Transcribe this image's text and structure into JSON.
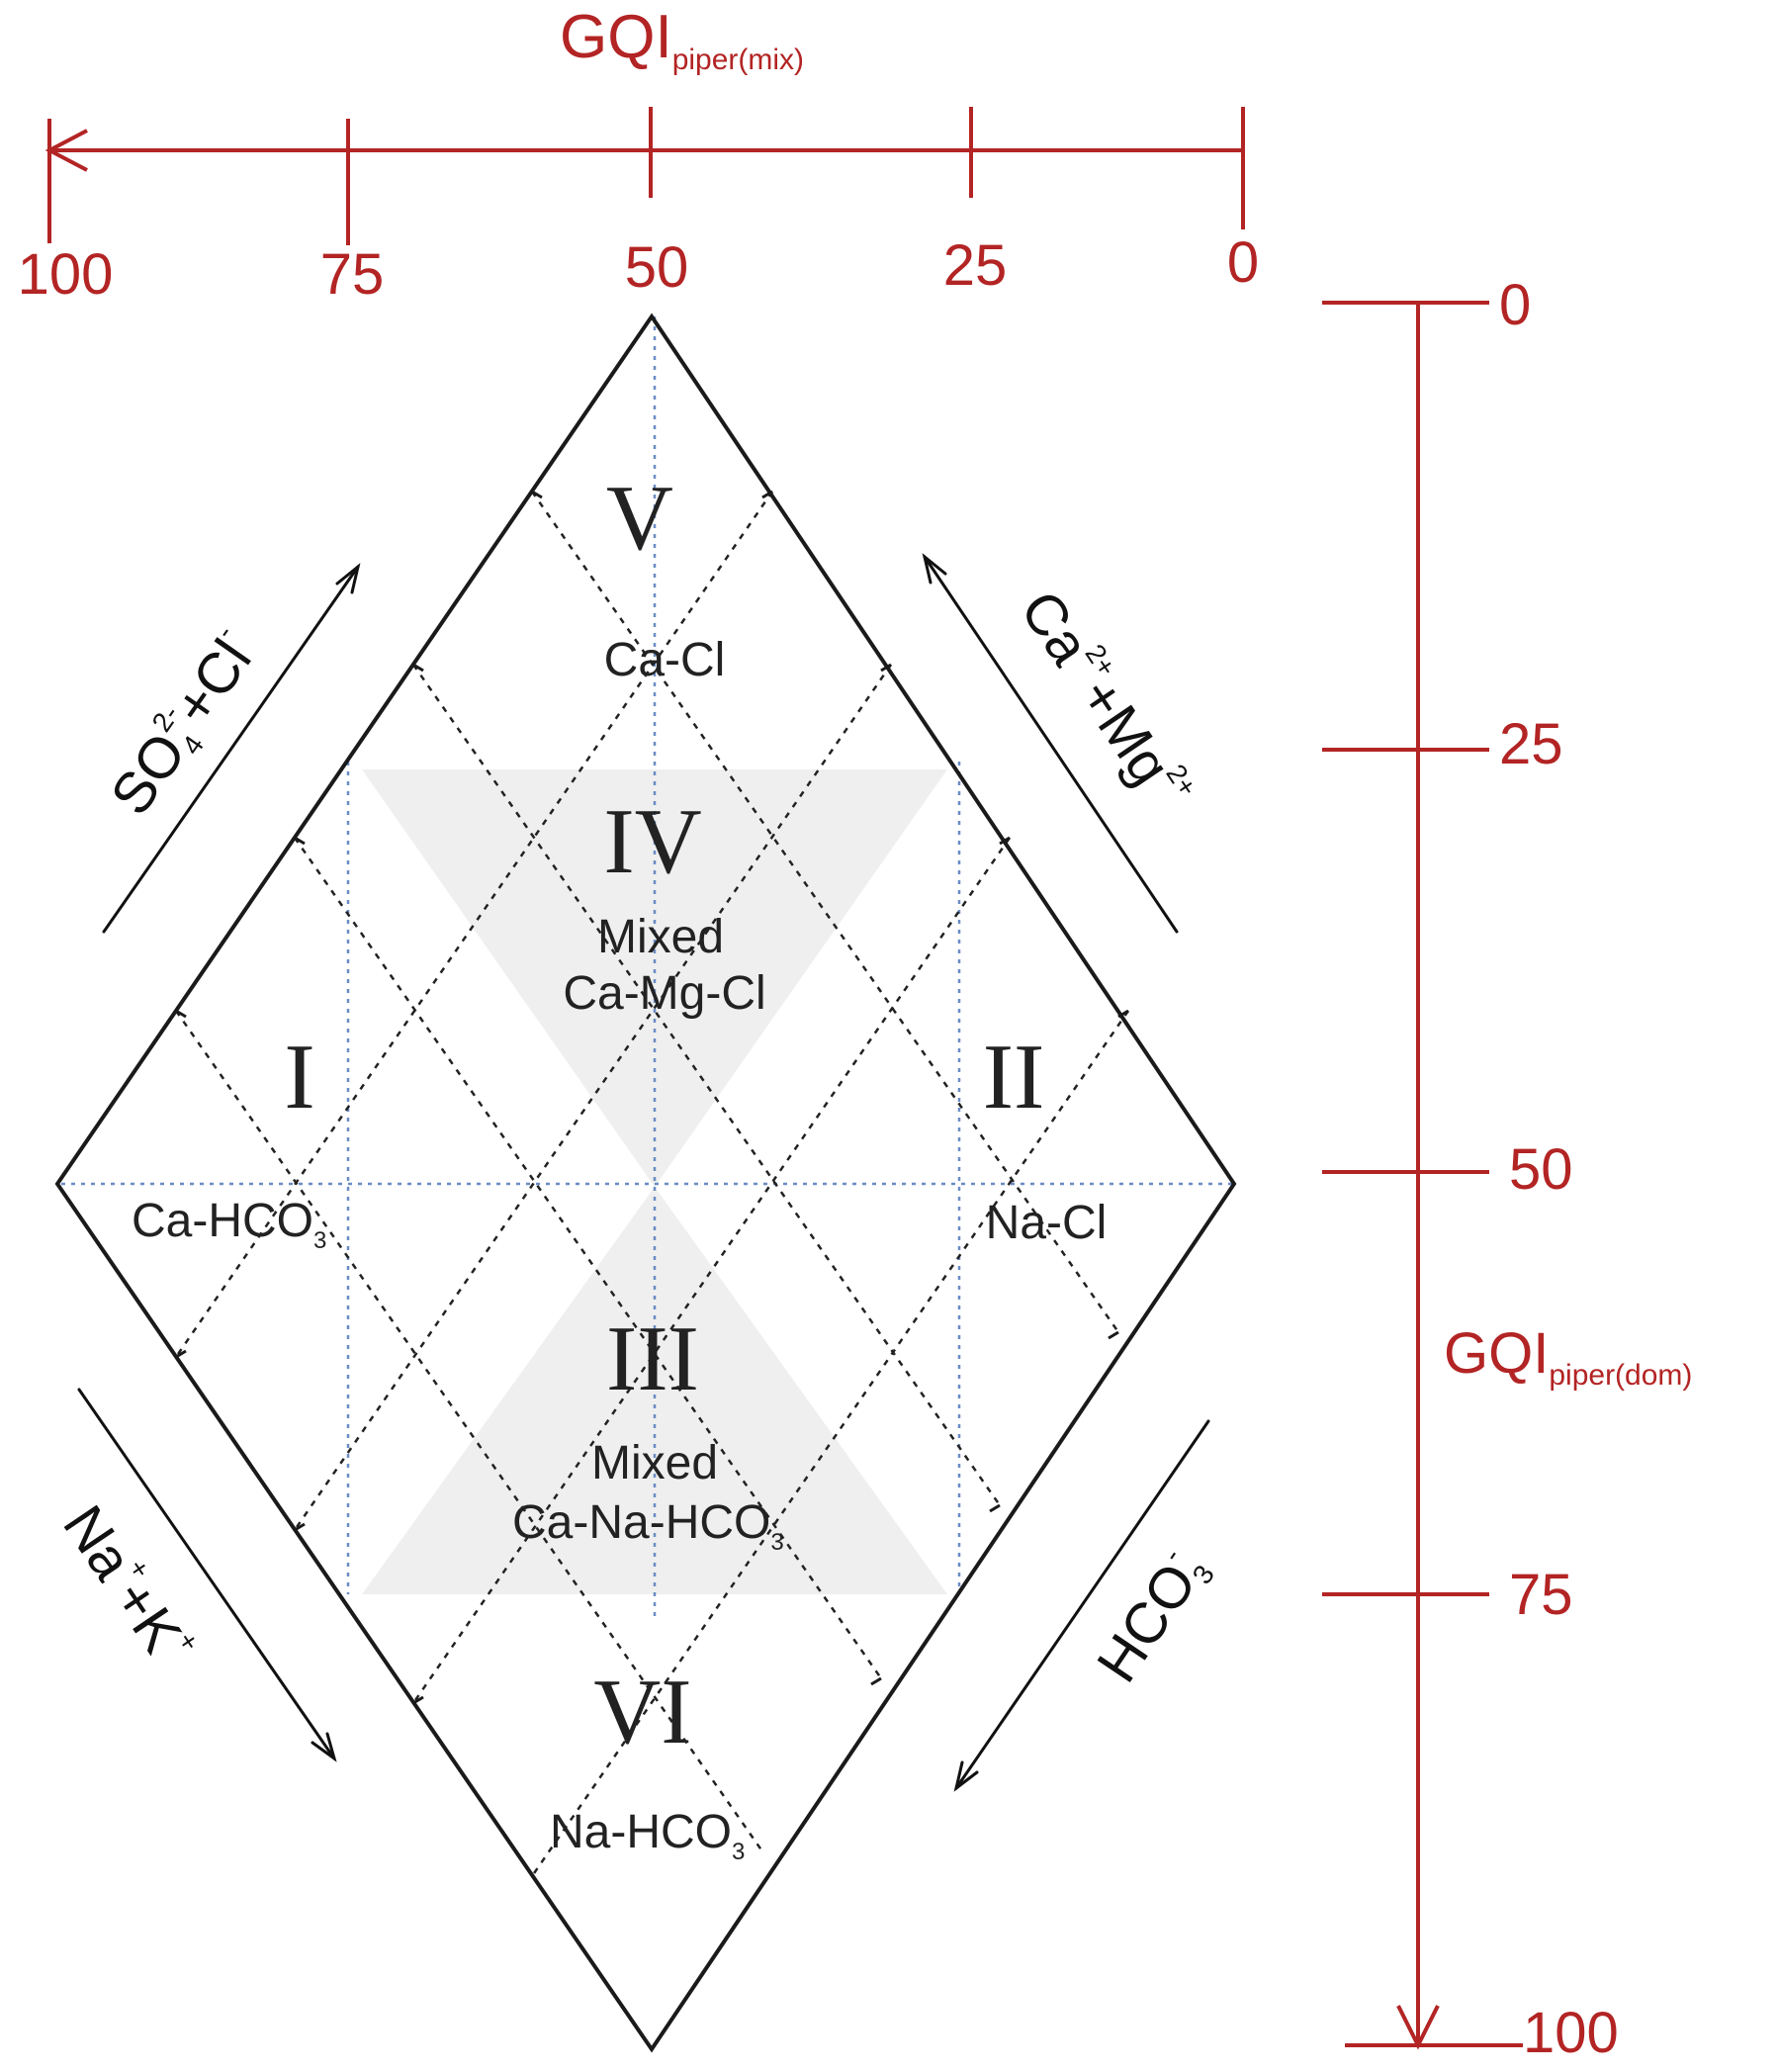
{
  "colors": {
    "axis": "#b32424",
    "outline": "#1a1a1a",
    "grid_black": "#222222",
    "grid_blue": "#6a8cc4",
    "shade": "#ededed"
  },
  "top_axis": {
    "title": "GQI",
    "title_sub": "piper(mix)",
    "ticks": [
      "100",
      "75",
      "50",
      "25",
      "0"
    ]
  },
  "right_axis": {
    "title": "GQI",
    "title_sub": "piper(dom)",
    "ticks": [
      "0",
      "25",
      "50",
      "75",
      "100"
    ]
  },
  "sides": {
    "upper_left": {
      "p1": "SO",
      "p1_sub": "4",
      "p1_sup": "2-",
      "p2": "+Cl",
      "p2_sup": "-"
    },
    "upper_right": {
      "p1": "Ca",
      "p1_sup": "2+",
      "p2": "+Mg",
      "p2_sup": "2+"
    },
    "lower_left": {
      "p1": "Na",
      "p1_sup": "+",
      "p2": "+K",
      "p2_sup": "+"
    },
    "lower_right": {
      "p1": "HCO",
      "p1_sub": "3",
      "p1_sup": "-"
    }
  },
  "zones": {
    "v": {
      "numeral": "V",
      "label": "Ca-Cl"
    },
    "iv": {
      "numeral": "IV",
      "label1": "Mixed",
      "label2": "Ca-Mg-Cl"
    },
    "i": {
      "numeral": "I",
      "label": "Ca-HCO",
      "label_sub": "3"
    },
    "ii": {
      "numeral": "II",
      "label": "Na-Cl"
    },
    "iii": {
      "numeral": "III",
      "label1": "Mixed",
      "label2": "Ca-Na-HCO",
      "label2_sub": "3"
    },
    "vi": {
      "numeral": "VI",
      "label": "Na-HCO",
      "label_sub": "3"
    }
  }
}
